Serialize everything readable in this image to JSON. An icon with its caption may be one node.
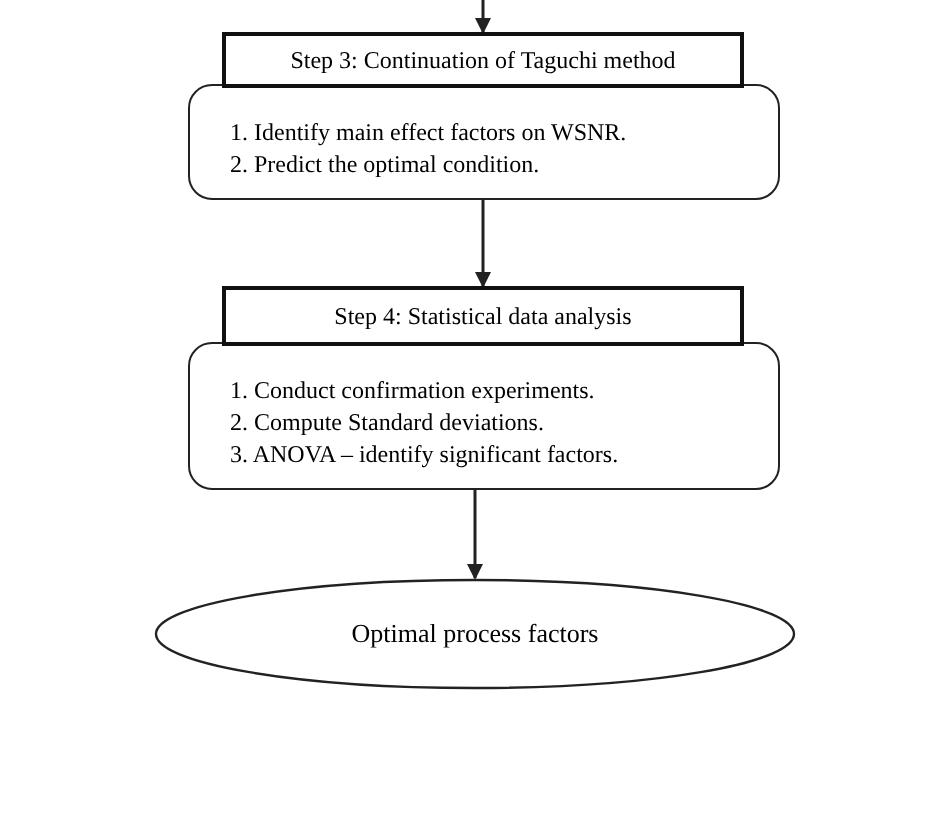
{
  "diagram": {
    "nodes": [
      {
        "text": [
          "Step 3: Continuation of Taguchi method"
        ]
      },
      {
        "text": [
          "1. Identify main effect factors on WSNR.",
          "2. Predict the optimal condition."
        ]
      },
      {
        "text": [
          "Step 4: Statistical data analysis"
        ]
      },
      {
        "text": [
          "1. Conduct confirmation experiments.",
          "2. Compute Standard deviations.",
          "3. ANOVA – identify significant factors."
        ]
      },
      {
        "text": [
          "Optimal process factors"
        ]
      }
    ],
    "edges": [
      {
        "from": null,
        "to": 0,
        "arrow": "to"
      },
      {
        "from": 1,
        "to": 2,
        "arrow": "to"
      },
      {
        "from": 3,
        "to": 4,
        "arrow": "to"
      }
    ]
  }
}
